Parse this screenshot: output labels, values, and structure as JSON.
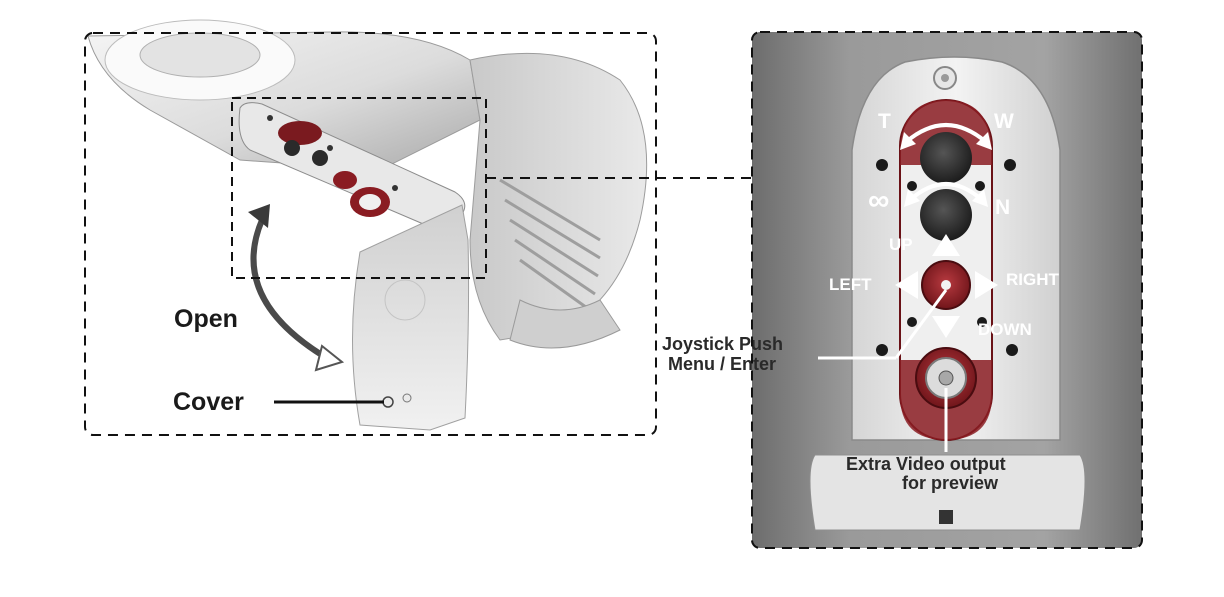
{
  "left_panel": {
    "open_label": "Open",
    "cover_label": "Cover"
  },
  "right_panel": {
    "zoom_t_label": "T",
    "zoom_w_label": "W",
    "focus_inf_label": "∞",
    "focus_n_label": "N",
    "up_label": "UP",
    "down_label": "DOWN",
    "left_label": "LEFT",
    "right_label": "RIGHT",
    "joystick_line1": "Joystick Push",
    "joystick_line2": "Menu / Enter",
    "video_line1": "Extra Video output",
    "video_line2": "for preview"
  },
  "colors": {
    "accent_red": "#8a1c22",
    "metal_dark": "#2a2a2a",
    "panel_bg": "#8e8e8e",
    "plate": "#ececec"
  }
}
